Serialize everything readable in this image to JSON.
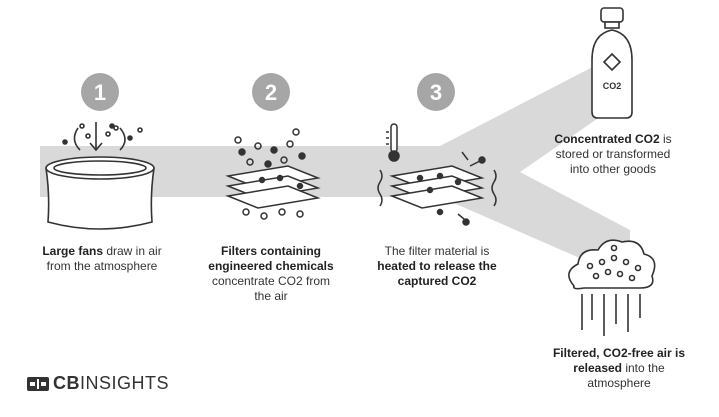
{
  "steps": [
    {
      "number": "1",
      "bold": "Large fans",
      "line1_rest": " draw in air",
      "line2": "from the atmosphere"
    },
    {
      "number": "2",
      "bold1": "Filters containing",
      "bold2": "engineered chemicals",
      "line3": "concentrate CO2 from",
      "line4": "the air"
    },
    {
      "number": "3",
      "line1": "The filter material is",
      "bold2": "heated to release the",
      "bold3": "captured CO2"
    }
  ],
  "outputs": {
    "tank_label": "CO2",
    "concentrated": {
      "bold": "Concentrated CO2",
      "line1_rest": " is",
      "line2": "stored or transformed",
      "line3": "into other goods"
    },
    "filtered": {
      "bold1": "Filtered, CO2-free air is",
      "bold2": "released",
      "line2_rest": " into the",
      "line3": "atmosphere"
    }
  },
  "brand": {
    "prefix": "CB",
    "suffix": "INSIGHTS"
  },
  "colors": {
    "band": "#d9d9d9",
    "circle": "#a6a6a6",
    "ink": "#333333"
  }
}
